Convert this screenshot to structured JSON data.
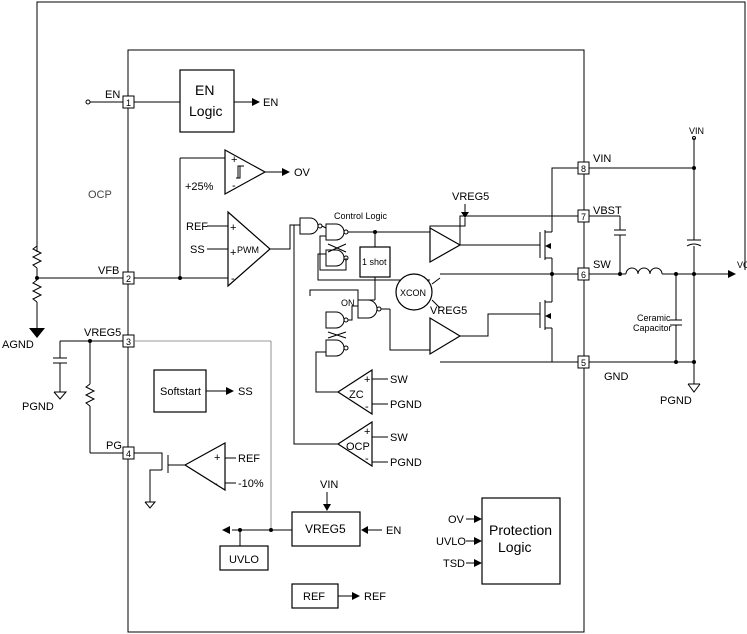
{
  "pins": [
    {
      "number": "1",
      "name": "EN"
    },
    {
      "number": "2",
      "name": "VFB"
    },
    {
      "number": "3",
      "name": "VREG5"
    },
    {
      "number": "4",
      "name": "PG"
    },
    {
      "number": "5",
      "name": "GND"
    },
    {
      "number": "6",
      "name": "SW"
    },
    {
      "number": "7",
      "name": "VBST"
    },
    {
      "number": "8",
      "name": "VIN"
    }
  ],
  "blocks": {
    "en_logic": {
      "line1": "EN",
      "line2": "Logic",
      "output": "EN"
    },
    "softstart": {
      "label": "Softstart",
      "output": "SS"
    },
    "vreg5": {
      "label": "VREG5",
      "input_top": "VIN",
      "input_right": "EN"
    },
    "uvlo": {
      "label": "UVLO"
    },
    "ref": {
      "label": "REF",
      "output": "REF"
    },
    "protection": {
      "line1": "Protection",
      "line2": "Logic",
      "inputs": [
        "OV",
        "UVLO",
        "TSD"
      ]
    },
    "one_shot": {
      "label": "1 shot"
    },
    "xcon": {
      "label": "XCON"
    },
    "control_logic": {
      "label": "Control Logic"
    }
  },
  "comparators": {
    "ov": {
      "pct": "+25%",
      "output": "OV"
    },
    "pwm": {
      "in1": "REF",
      "in2": "SS",
      "name": "PWM"
    },
    "zc": {
      "name": "ZC",
      "in1": "SW",
      "in2": "PGND"
    },
    "ocp": {
      "name": "OCP",
      "in1": "SW",
      "in2": "PGND"
    },
    "pg": {
      "in1": "REF",
      "in2": "-10%"
    }
  },
  "signals": {
    "ocp_text": "OCP",
    "agnd": "AGND",
    "pgnd_left": "PGND",
    "pgnd_right": "PGND",
    "vreg5_top": "VREG5",
    "vreg5_mid": "VREG5",
    "on_label": "ON",
    "vin_top": "VIN",
    "vo": "VO",
    "ceramic_line1": "Ceramic",
    "ceramic_line2": "Capacitor",
    "plus": "+",
    "minus": "-"
  }
}
